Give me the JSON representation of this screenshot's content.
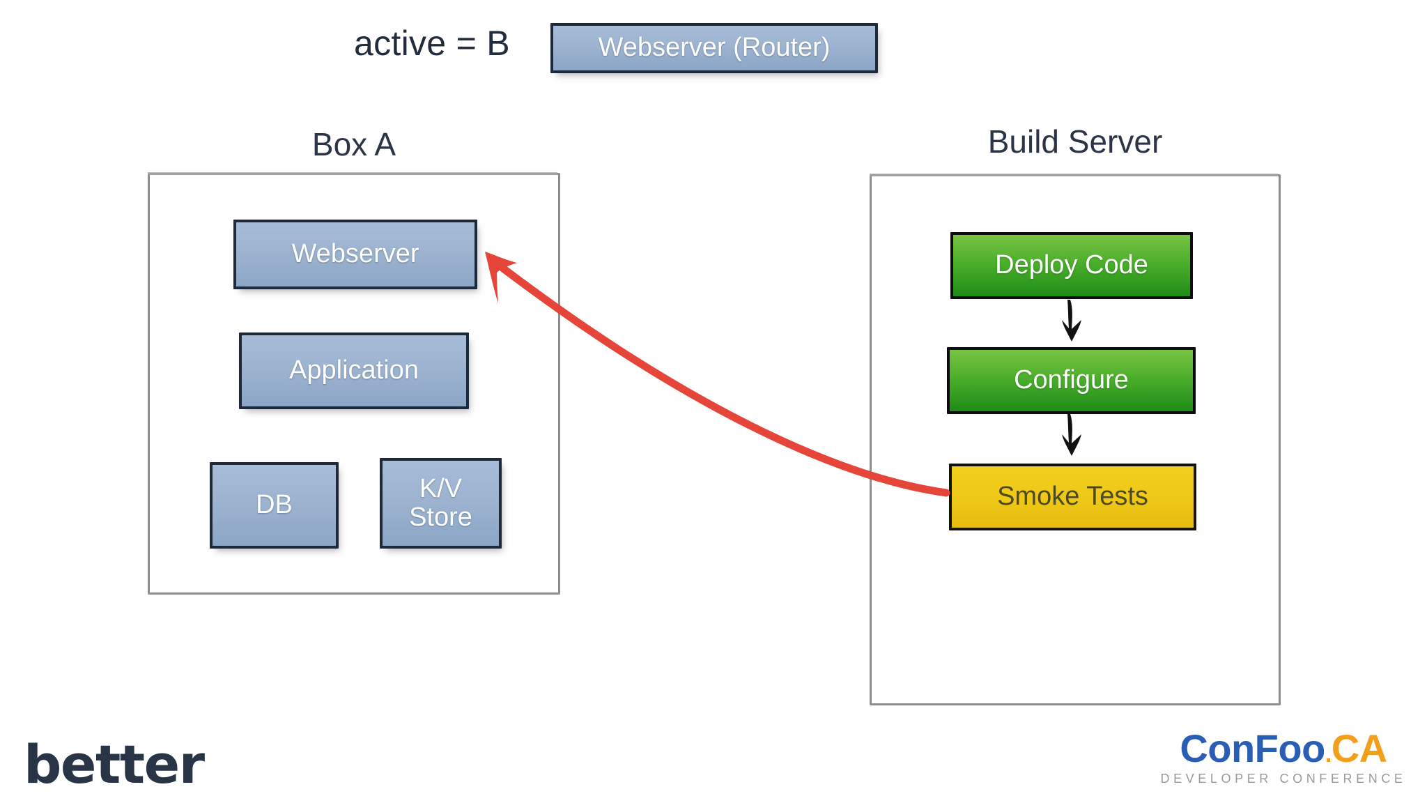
{
  "slide": {
    "active_state": "active = B"
  },
  "router": {
    "label": "Webserver (Router)"
  },
  "groups": [
    {
      "id": "box-a",
      "title": "Box A",
      "nodes": [
        {
          "id": "webserver",
          "label": "Webserver",
          "color": "blue"
        },
        {
          "id": "application",
          "label": "Application",
          "color": "blue"
        },
        {
          "id": "db",
          "label": "DB",
          "color": "blue"
        },
        {
          "id": "kv",
          "label": "K/V\nStore",
          "color": "blue"
        }
      ]
    },
    {
      "id": "build-server",
      "title": "Build Server",
      "nodes": [
        {
          "id": "deploy",
          "label": "Deploy Code",
          "color": "green"
        },
        {
          "id": "configure",
          "label": "Configure",
          "color": "green"
        },
        {
          "id": "smoke",
          "label": "Smoke Tests",
          "color": "yellow"
        }
      ]
    }
  ],
  "nodes": {
    "webserver": "Webserver",
    "application": "Application",
    "db": "DB",
    "kv_line1": "K/V",
    "kv_line2": "Store",
    "deploy": "Deploy Code",
    "configure": "Configure",
    "smoke": "Smoke Tests"
  },
  "group_titles": {
    "box_a": "Box A",
    "build_server": "Build Server"
  },
  "connections": [
    {
      "id": "deploy-to-configure",
      "from": "deploy",
      "to": "configure",
      "style": "black-down-arrow"
    },
    {
      "id": "configure-to-smoke",
      "from": "configure",
      "to": "smoke",
      "style": "black-down-arrow"
    },
    {
      "id": "smoke-to-webserver",
      "from": "smoke",
      "to": "webserver",
      "style": "red-curved-arrow"
    }
  ],
  "branding": {
    "better": "better",
    "confoo": {
      "word_con": "ConF",
      "word_oo": "oo",
      "dot": ".",
      "suffix": "CA",
      "tagline": "DEVELOPER CONFERENCE"
    }
  },
  "colors": {
    "blue_node_top": "#a7bcd8",
    "blue_node_bottom": "#8ca6c6",
    "blue_node_border": "#1e2a3c",
    "green_node_top": "#79c343",
    "green_node_bottom": "#1e8c18",
    "yellow_node": "#eec717",
    "yellow_text": "#4e4a20",
    "red_arrow": "#e64539",
    "frame_border": "#8d8d8d",
    "title_text": "#2b3546",
    "better_logo": "#2a3447",
    "confoo_blue": "#2a5eb5",
    "confoo_orange": "#f2a01c",
    "confoo_tagline": "#9a9a9a"
  }
}
